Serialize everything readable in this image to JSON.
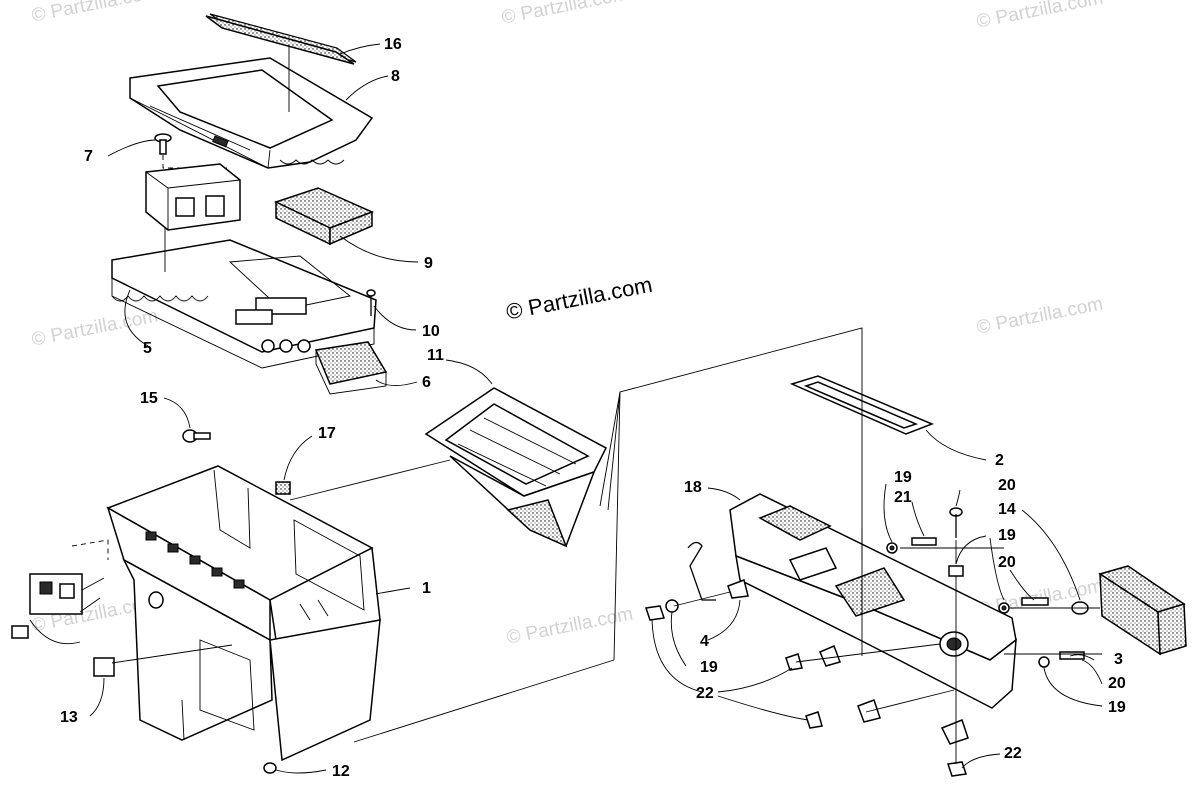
{
  "diagram": {
    "brand_text": "© Partzilla.com",
    "watermark_text": "© Partzilla.com",
    "callouts": {
      "c1": "1",
      "c2": "2",
      "c3": "3",
      "c4": "4",
      "c5": "5",
      "c6": "6",
      "c7": "7",
      "c8": "8",
      "c9": "9",
      "c10": "10",
      "c11": "11",
      "c12": "12",
      "c13": "13",
      "c14": "14",
      "c15": "15",
      "c16": "16",
      "c17": "17",
      "c18": "18",
      "c19a": "19",
      "c19b": "19",
      "c19c": "19",
      "c19d": "19",
      "c20a": "20",
      "c20b": "20",
      "c20c": "20",
      "c21": "21",
      "c22a": "22",
      "c22b": "22"
    }
  }
}
